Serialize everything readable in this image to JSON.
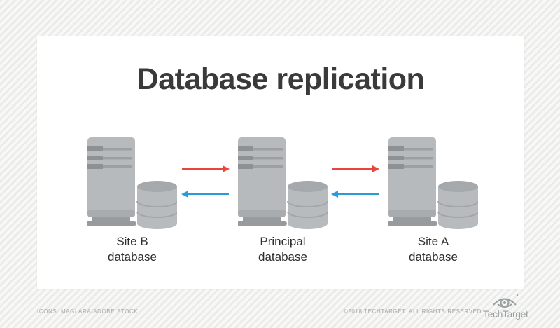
{
  "title": "Database replication",
  "diagram": {
    "nodes": [
      {
        "name": "Site B",
        "line2": "database"
      },
      {
        "name": "Principal",
        "line2": "database"
      },
      {
        "name": "Site A",
        "line2": "database"
      }
    ],
    "icon_names": {
      "server": "server-tower-icon",
      "database": "database-cylinder-icon"
    }
  },
  "colors": {
    "replication_forward_red": "#e8453c",
    "replication_back_blue": "#2b9cd8",
    "server_body": "#b7babc",
    "server_stripe_dark": "#8e9194",
    "server_stripe_light": "#9da0a3",
    "server_bottom_band": "#a9acae",
    "server_base": "#989b9d",
    "cylinder_body": "#b8bbbd",
    "cylinder_top": "#a6a9ab",
    "cylinder_ring": "#a3a6a8",
    "title_text": "#3a3a3a",
    "footer_text": "#a8a8a8",
    "brand_gray": "#999ea0"
  },
  "footer": {
    "icons_credit": "ICONS: MAGLARA/ADOBE STOCK",
    "copyright": "©2018 TECHTARGET. ALL RIGHTS RESERVED",
    "brand": "TechTarget"
  }
}
